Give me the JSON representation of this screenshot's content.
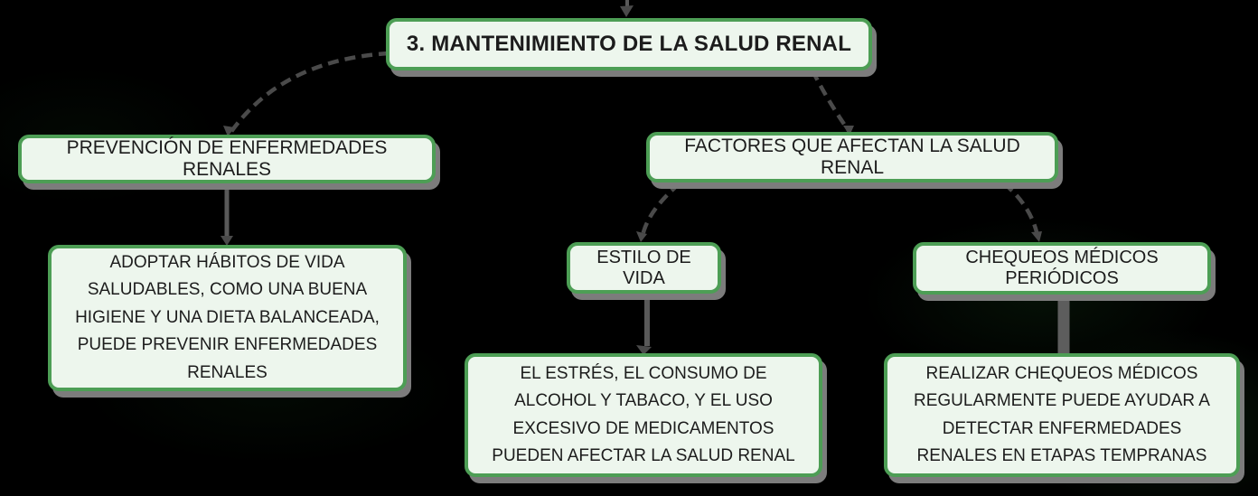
{
  "diagram": {
    "title": "3. MANTENIMIENTO DE LA SALUD RENAL",
    "nodes": {
      "root": {
        "label": "3. MANTENIMIENTO DE LA SALUD RENAL"
      },
      "prevencion": {
        "label": "PREVENCIÓN DE ENFERMEDADES RENALES"
      },
      "prevencion_detail": {
        "label": "ADOPTAR HÁBITOS DE VIDA SALUDABLES, COMO UNA BUENA HIGIENE Y UNA DIETA BALANCEADA, PUEDE PREVENIR ENFERMEDADES RENALES"
      },
      "factores": {
        "label": "FACTORES QUE AFECTAN LA SALUD RENAL"
      },
      "estilo": {
        "label": "ESTILO DE VIDA"
      },
      "estilo_detail": {
        "label": "EL ESTRÉS, EL CONSUMO DE ALCOHOL Y TABACO, Y EL USO EXCESIVO DE MEDICAMENTOS PUEDEN AFECTAR LA SALUD RENAL"
      },
      "chequeos": {
        "label": "CHEQUEOS MÉDICOS PERIÓDICOS"
      },
      "chequeos_detail": {
        "label": "REALIZAR CHEQUEOS MÉDICOS REGULARMENTE PUEDE AYUDAR A DETECTAR ENFERMEDADES RENALES EN ETAPAS TEMPRANAS"
      }
    },
    "edges": [
      {
        "from": "root",
        "to": "prevencion",
        "style": "dashed"
      },
      {
        "from": "root",
        "to": "factores",
        "style": "dashed"
      },
      {
        "from": "prevencion",
        "to": "prevencion_detail",
        "style": "solid"
      },
      {
        "from": "factores",
        "to": "estilo",
        "style": "dashed"
      },
      {
        "from": "factores",
        "to": "chequeos",
        "style": "dashed"
      },
      {
        "from": "estilo",
        "to": "estilo_detail",
        "style": "solid"
      },
      {
        "from": "chequeos",
        "to": "chequeos_detail",
        "style": "solid"
      }
    ],
    "colors": {
      "node_border": "#4d9e55",
      "node_fill": "#edf6ed",
      "node_text": "#1c1c1c",
      "connector": "#4a4a4a",
      "node_shadow": "#7c7c7c",
      "background": "#000000"
    }
  }
}
